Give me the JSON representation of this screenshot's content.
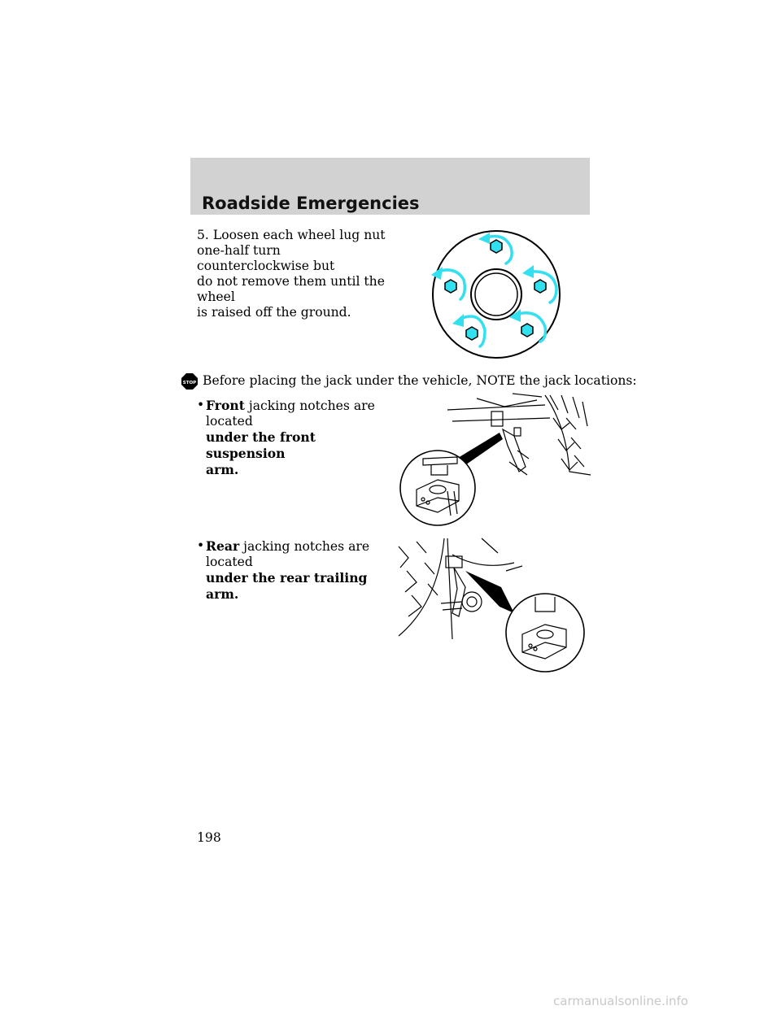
{
  "header": {
    "title": "Roadside Emergencies"
  },
  "step5": {
    "lines": [
      "5. Loosen each wheel lug nut",
      "one-half turn counterclockwise but",
      "do not remove them until the wheel",
      "is raised off the ground."
    ]
  },
  "warning": {
    "icon_label": "STOP",
    "text": "Before placing the jack under the vehicle, NOTE the jack locations:"
  },
  "bullets": {
    "front": {
      "symbol": "•",
      "bold_lead": "Front",
      "plain": " jacking notches are located",
      "bold_line2": "under the front suspension",
      "bold_line3": "arm."
    },
    "rear": {
      "symbol": "•",
      "bold_lead": "Rear",
      "plain": " jacking notches are located",
      "bold_line2": "under the rear trailing arm."
    }
  },
  "page": {
    "number": "198"
  },
  "watermark": {
    "text": "carmanualsonline.info"
  },
  "colors": {
    "header_band": "#d2d2d2",
    "arrow": "#33e0f0",
    "lug_nut": "#33e0f0"
  }
}
